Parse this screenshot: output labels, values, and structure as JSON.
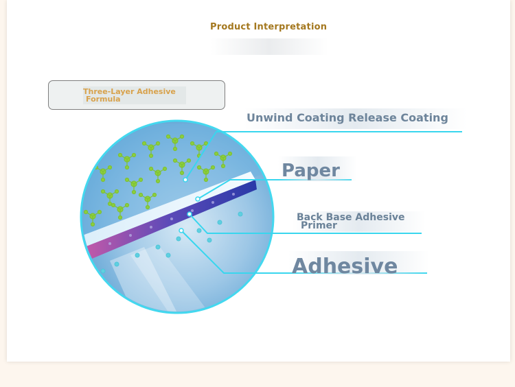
{
  "header": {
    "title": "Product Interpretation"
  },
  "formula": {
    "line1": "Three-Layer Adhesive",
    "line2": "Formula"
  },
  "layers": {
    "unwind": "Unwind Coating Release Coating",
    "paper": "Paper",
    "primer_line1": "Back Base Adhesive",
    "primer_line2": "Primer",
    "adhesive": "Adhesive"
  },
  "colors": {
    "title": "#a4781f",
    "formula_text": "#d8a24c",
    "layer_text": "#6a8299",
    "leader_line": "#38d6ee",
    "molecule_green": "#8ccf3e"
  },
  "icons": {
    "diagram": "adhesive-layers-cross-section-icon"
  }
}
